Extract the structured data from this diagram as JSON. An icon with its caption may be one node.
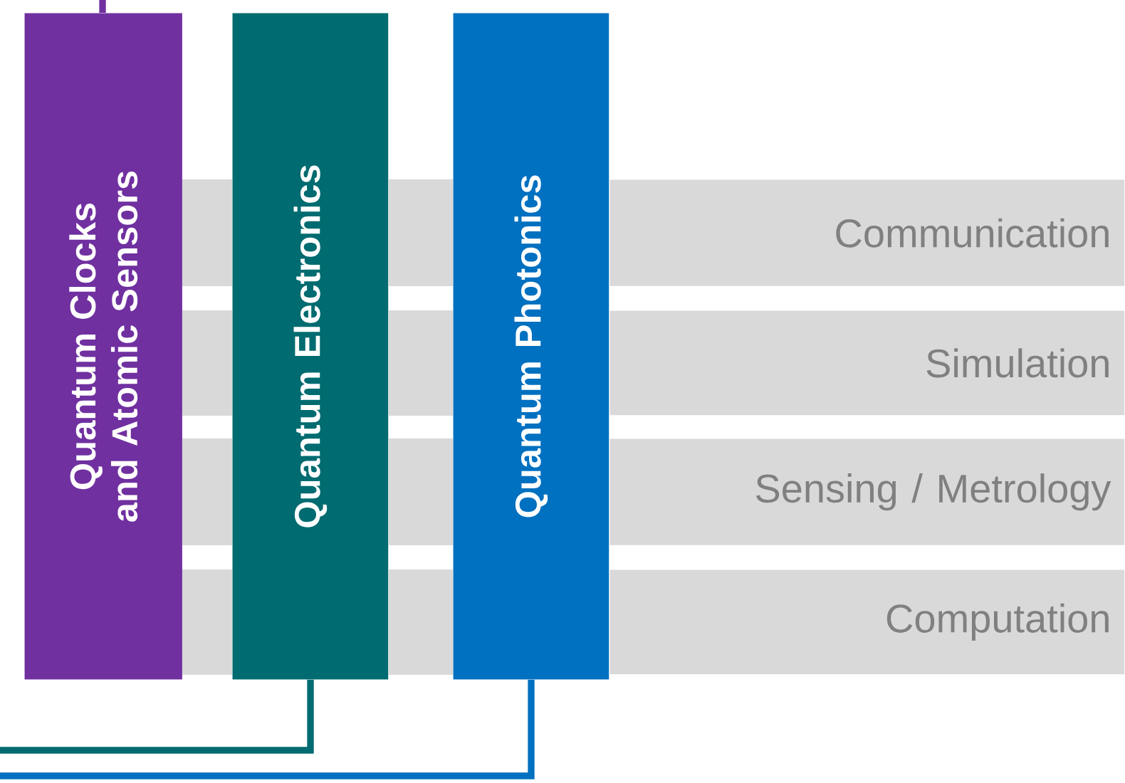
{
  "diagram": {
    "nodes": [
      {
        "text": [
          "Quantum Clocks and Atomic Sensors"
        ]
      },
      {
        "text": [
          "Quantum Electronics"
        ]
      },
      {
        "text": [
          "Quantum Photonics"
        ]
      },
      {
        "text": [
          "Communication"
        ]
      },
      {
        "text": [
          "Simulation"
        ]
      },
      {
        "text": [
          "Sensing / Metrology"
        ]
      },
      {
        "text": [
          "Computation"
        ]
      }
    ],
    "edges": [
      {
        "from": 0,
        "to": null,
        "arrow": "none",
        "color": "#7030a0"
      },
      {
        "from": 1,
        "to": null,
        "arrow": "none",
        "color": "#006b70"
      },
      {
        "from": 2,
        "to": null,
        "arrow": "none",
        "color": "#0070c0"
      }
    ]
  }
}
